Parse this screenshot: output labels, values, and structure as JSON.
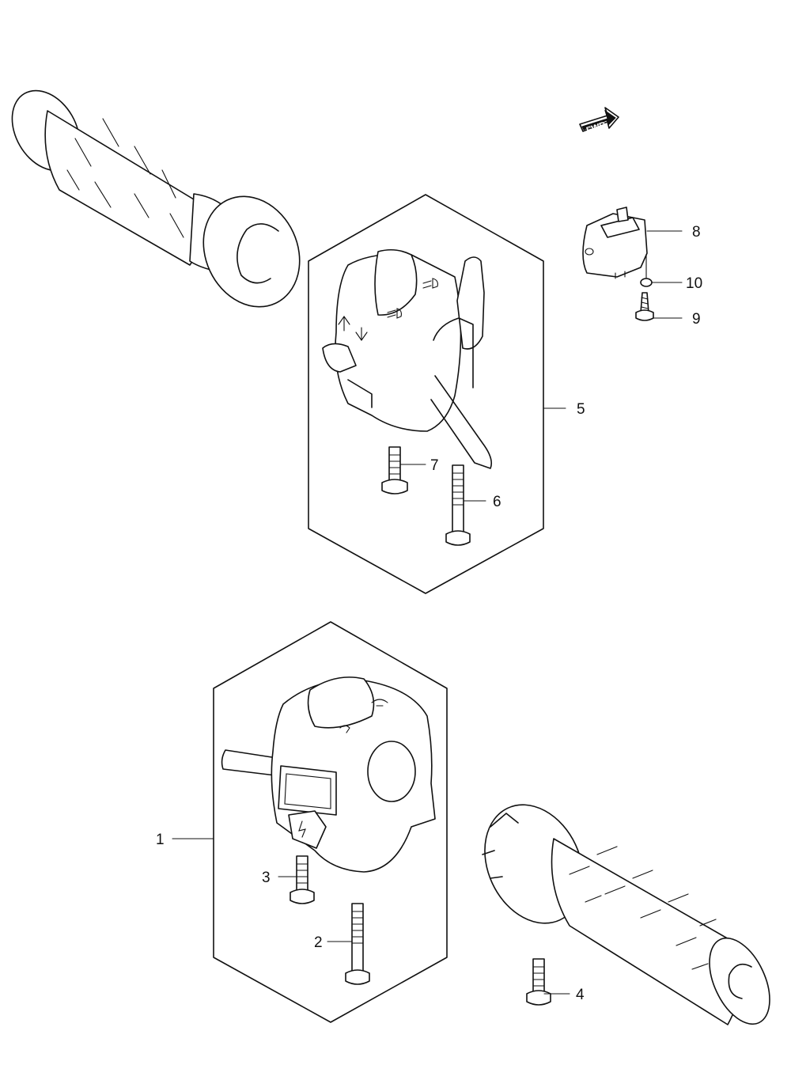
{
  "fwd_label": "FWD",
  "callouts": [
    "1",
    "2",
    "3",
    "4",
    "5",
    "6",
    "7",
    "8",
    "9",
    "10"
  ],
  "colors": {
    "line": "#111111",
    "background": "#ffffff"
  },
  "icons": [
    "fwd-arrow-icon",
    "headlight-icon",
    "turn-signal-icon",
    "hazard-icon",
    "starter-icon"
  ]
}
